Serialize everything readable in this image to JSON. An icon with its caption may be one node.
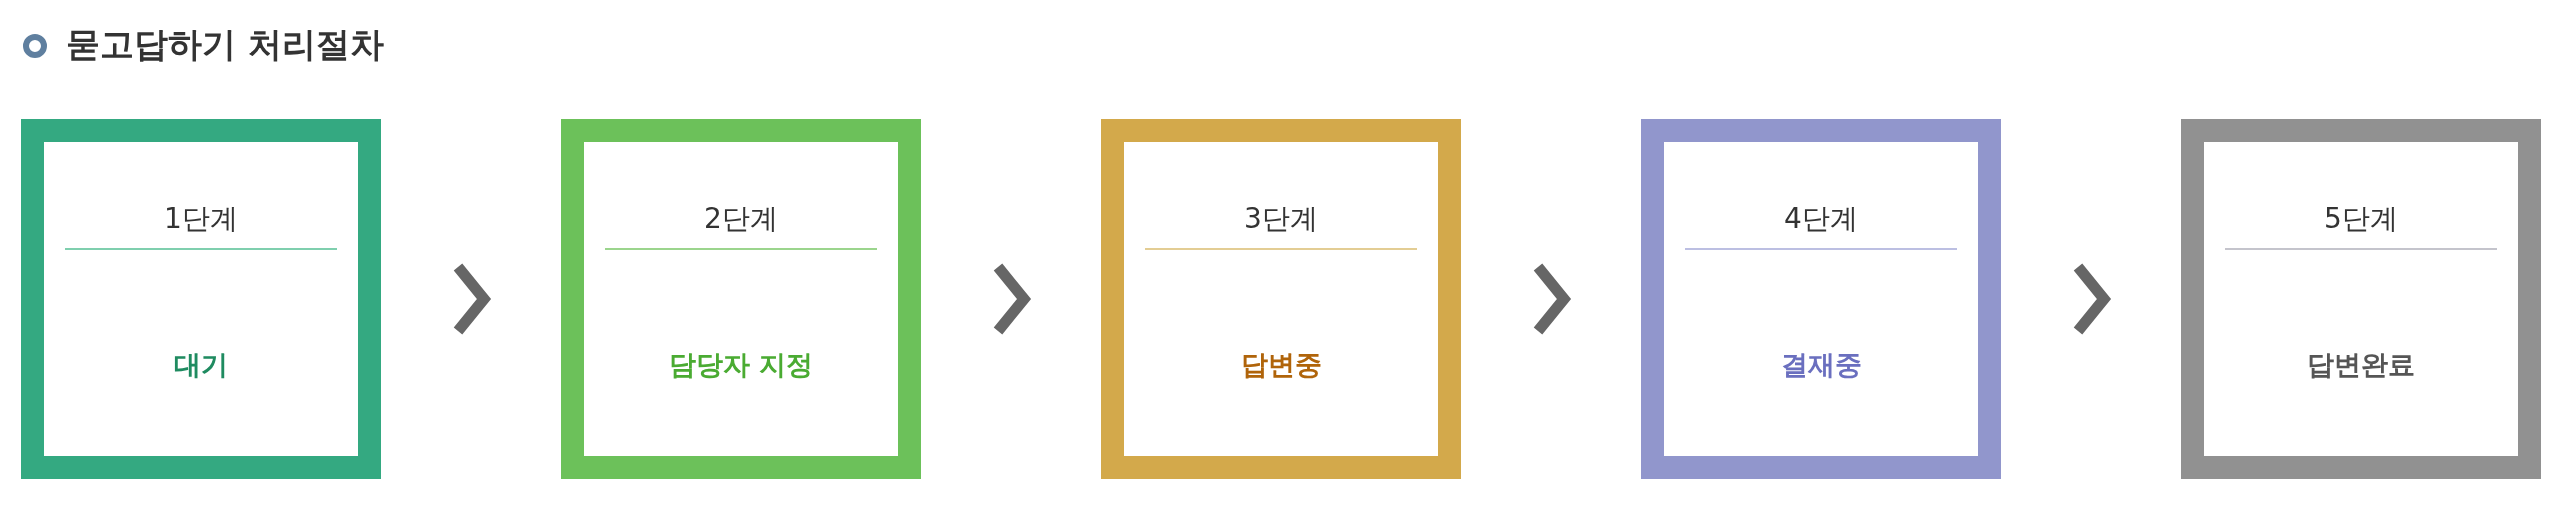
{
  "diagram": {
    "title": "묻고답하기 처리절차",
    "nodes": [
      {
        "text": [
          "1단계",
          "대기"
        ]
      },
      {
        "text": [
          "2단계",
          "담당자 지정"
        ]
      },
      {
        "text": [
          "3단계",
          "답변중"
        ]
      },
      {
        "text": [
          "4단계",
          "결재중"
        ]
      },
      {
        "text": [
          "5단계",
          "답변완료"
        ]
      }
    ],
    "edges": [
      {
        "from": 0,
        "to": 1,
        "arrow": "to"
      },
      {
        "from": 1,
        "to": 2,
        "arrow": "to"
      },
      {
        "from": 2,
        "to": 3,
        "arrow": "to"
      },
      {
        "from": 3,
        "to": 4,
        "arrow": "to"
      }
    ]
  }
}
